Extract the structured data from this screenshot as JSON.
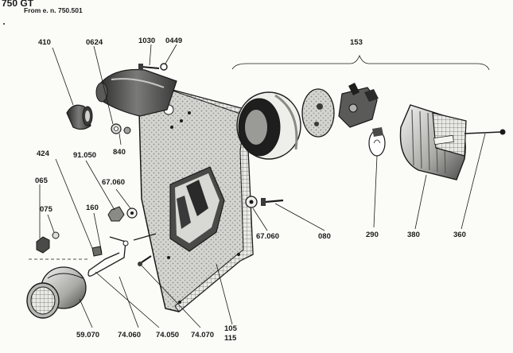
{
  "header": {
    "model": "750 GT",
    "from_text": "From e. n. 750.501"
  },
  "labels": {
    "l410": "410",
    "l0624": "0624",
    "l1030": "1030",
    "l0449": "0449",
    "l153": "153",
    "l840": "840",
    "l424": "424",
    "l91050": "91.050",
    "l67060a": "67.060",
    "l065": "065",
    "l075": "075",
    "l160": "160",
    "l67060b": "67.060",
    "l080": "080",
    "l290": "290",
    "l380": "380",
    "l360": "360",
    "l59070": "59.070",
    "l74060": "74.060",
    "l74050": "74.050",
    "l74070": "74.070",
    "l105": "105",
    "l115": "115"
  }
}
